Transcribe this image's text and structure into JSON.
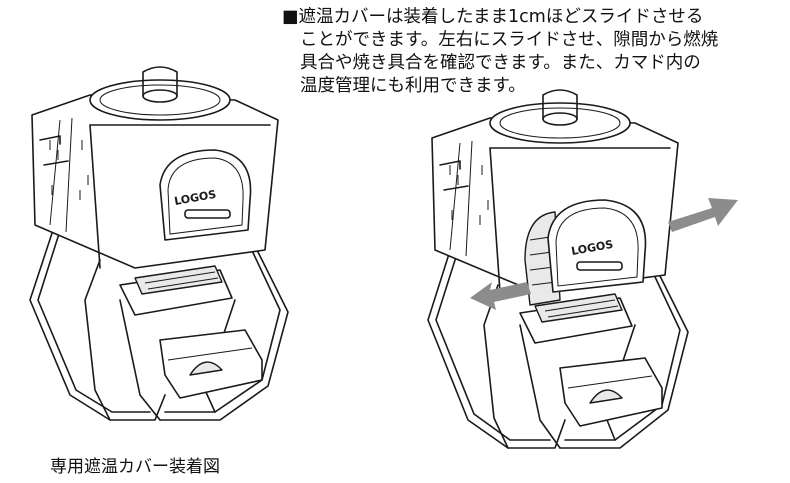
{
  "note": {
    "bullet": "■",
    "line1": "遮温カバーは装着したまま1cmほどスライドさせる",
    "line2": "ことができます。左右にスライドさせ、隙間から燃焼",
    "line3": "具合や焼き具合を確認できます。また、カマド内の",
    "line4": "温度管理にも利用できます。"
  },
  "caption": "専用遮温カバー装着図",
  "logo_text": "LOGOS",
  "colors": {
    "arrow": "#8c8c8c",
    "line": "#1a1a1a",
    "shade": "#e9e9e9"
  },
  "icons": [
    "slide-arrow-left-icon",
    "slide-arrow-right-icon"
  ]
}
